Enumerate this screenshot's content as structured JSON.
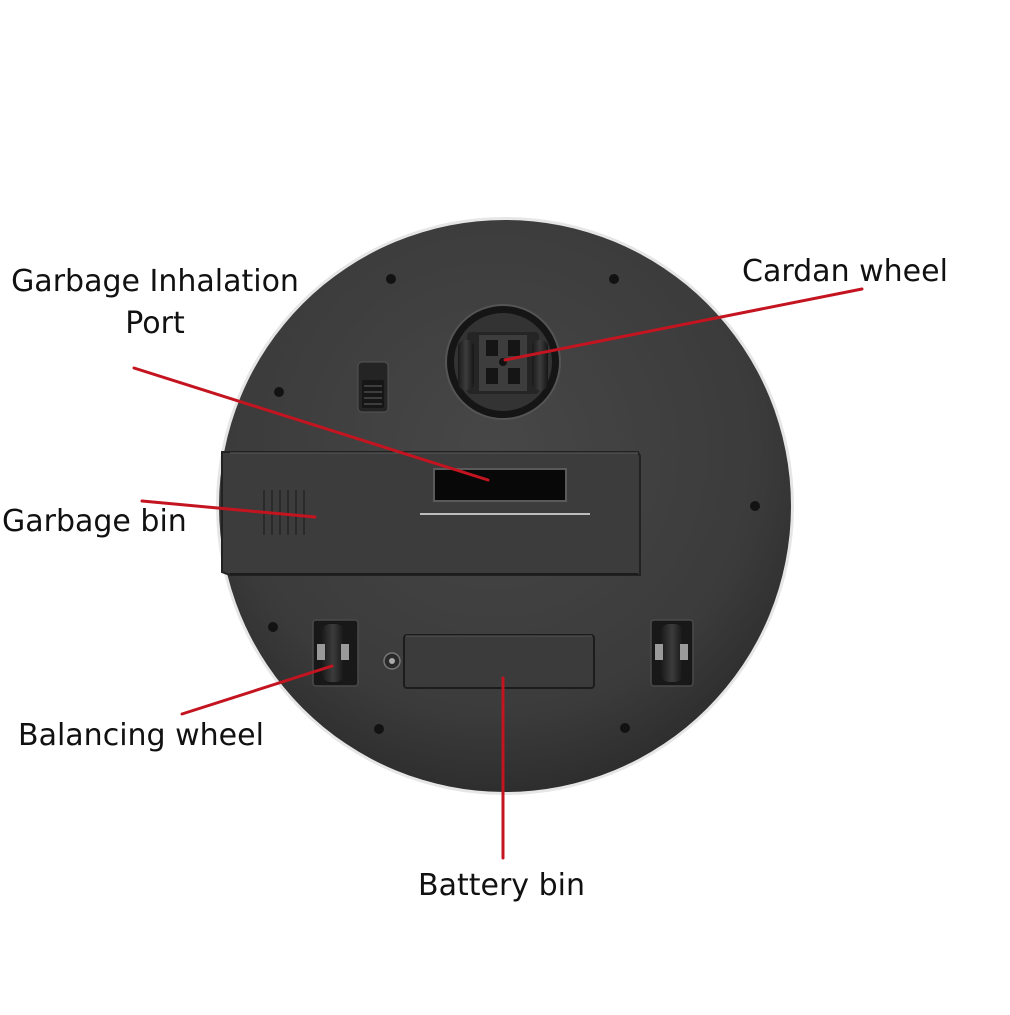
{
  "callouts": {
    "garbage_inhalation_port": {
      "line1": "Garbage Inhalation",
      "line2": "Port"
    },
    "cardan_wheel": "Cardan wheel",
    "garbage_bin": "Garbage bin",
    "balancing_wheel": "Balancing wheel",
    "battery_bin": "Battery bin"
  },
  "colors": {
    "body": "#3a3a3a",
    "leader_line": "#c41420",
    "text": "#111111",
    "background": "#ffffff"
  }
}
